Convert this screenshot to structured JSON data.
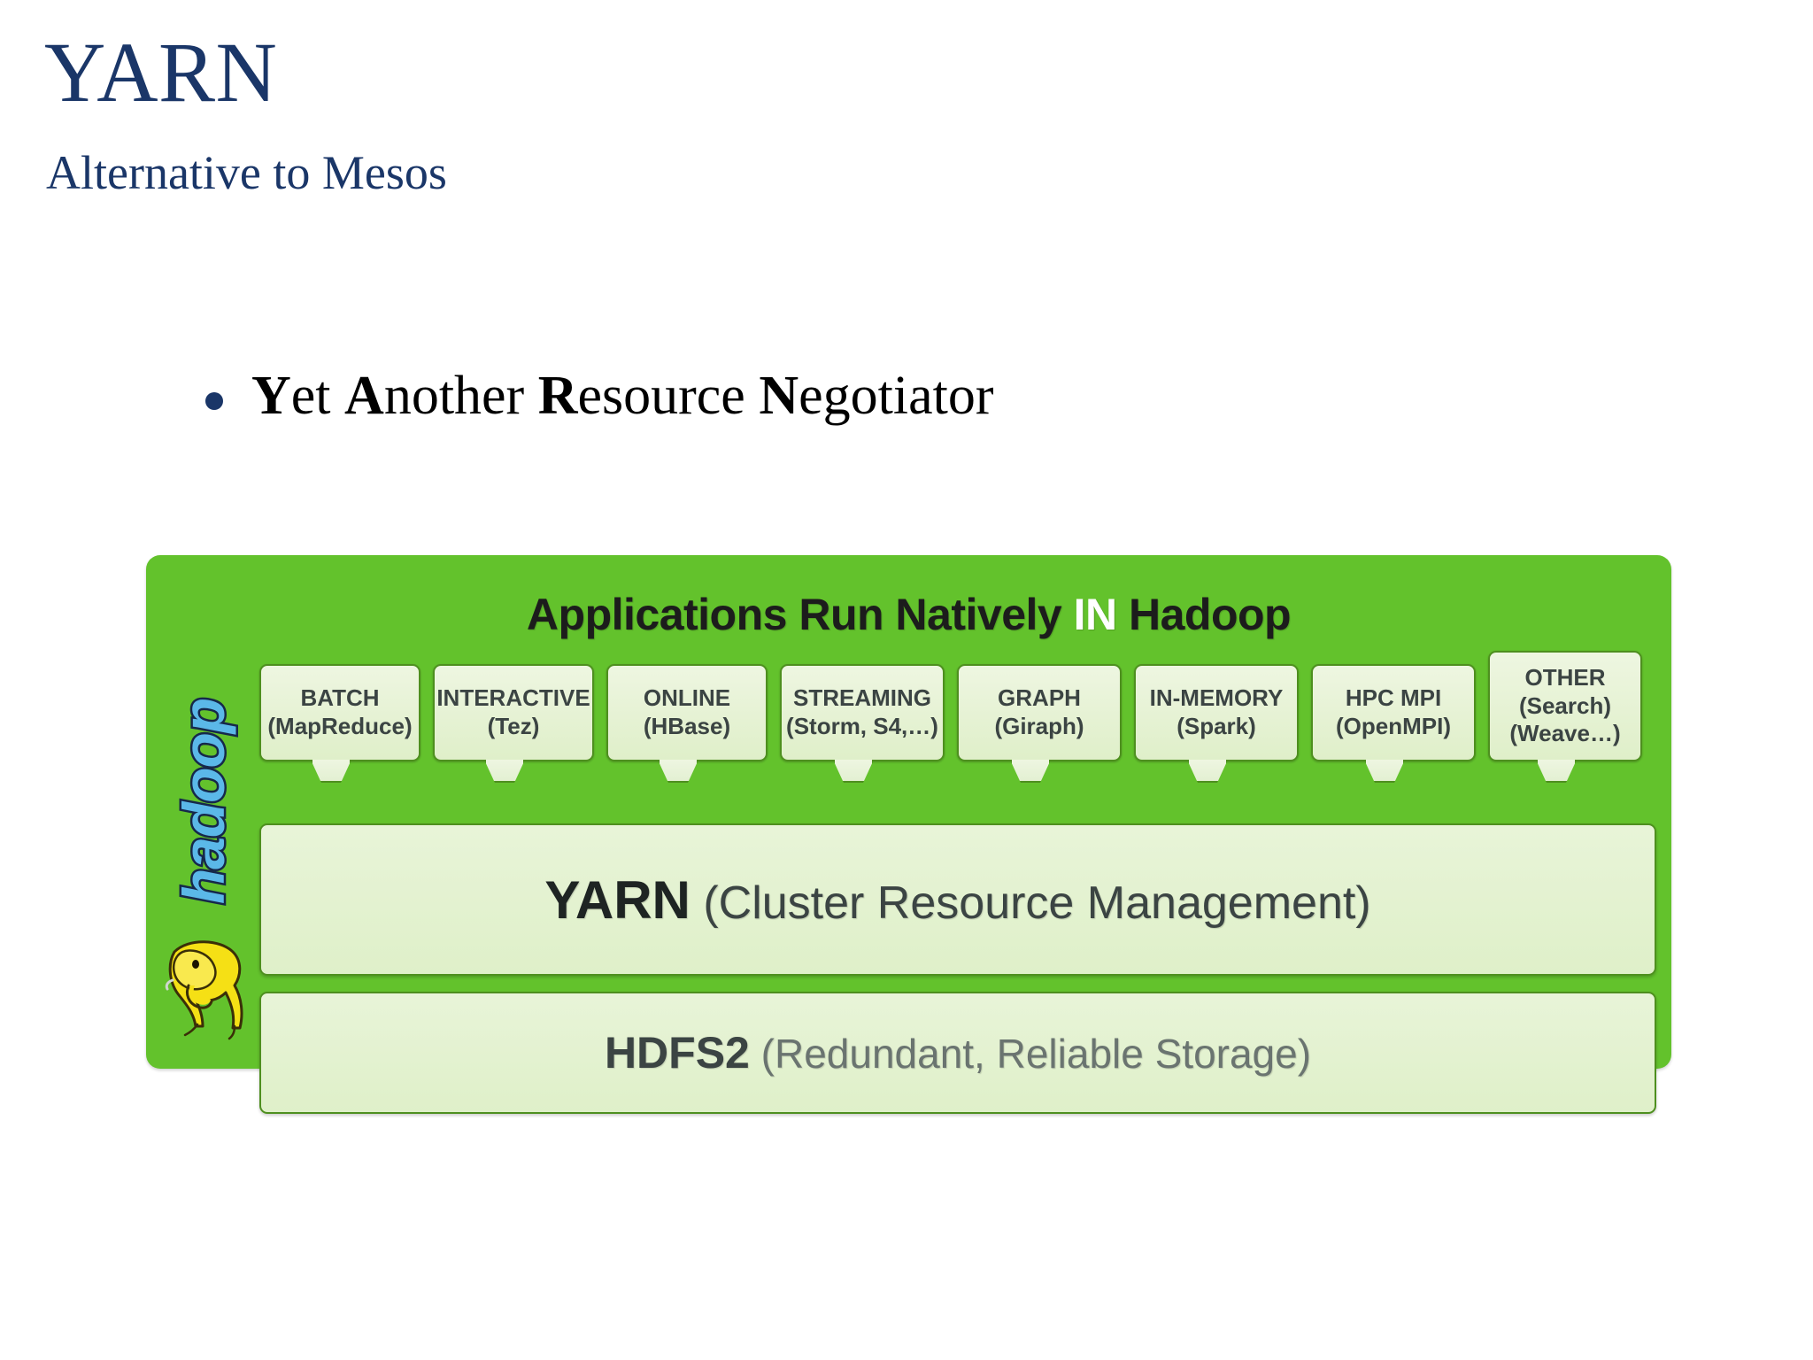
{
  "slide": {
    "title": "YARN",
    "subtitle": "Alternative to Mesos",
    "title_color": "#1a3668"
  },
  "bullets": [
    {
      "pre": "Y",
      "a": "et ",
      "pre2": "A",
      "b": "nother ",
      "pre3": "R",
      "c": "esource ",
      "pre4": "N",
      "d": "egotiator",
      "full_text": "Yet Another Resource Negotiator"
    }
  ],
  "diagram": {
    "heading_before": "Applications Run Natively ",
    "heading_highlight": "IN",
    "heading_after": " Hadoop",
    "panel_color": "#63c22c",
    "box_fill": "#e6f2d3",
    "box_border": "#4e8f1f",
    "logo": {
      "wordmark": "hadoop",
      "wordmark_color": "#5bb8e8",
      "wordmark_outline": "#16284a",
      "mascot": "elephant-mascot",
      "mascot_color": "#f7e017"
    },
    "app_boxes": [
      {
        "line1": "BATCH",
        "line2": "(MapReduce)",
        "line3": ""
      },
      {
        "line1": "INTERACTIVE",
        "line2": "(Tez)",
        "line3": ""
      },
      {
        "line1": "ONLINE",
        "line2": "(HBase)",
        "line3": ""
      },
      {
        "line1": "STREAMING",
        "line2": "(Storm, S4,…)",
        "line3": ""
      },
      {
        "line1": "GRAPH",
        "line2": "(Giraph)",
        "line3": ""
      },
      {
        "line1": "IN-MEMORY",
        "line2": "(Spark)",
        "line3": ""
      },
      {
        "line1": "HPC MPI",
        "line2": "(OpenMPI)",
        "line3": ""
      },
      {
        "line1": "OTHER",
        "line2": "(Search)",
        "line3": "(Weave…)"
      }
    ],
    "yarn_band": {
      "strong": "YARN",
      "rest": " (Cluster Resource Management)"
    },
    "hdfs_band": {
      "strong": "HDFS2",
      "rest": " (Redundant, Reliable Storage)"
    }
  }
}
